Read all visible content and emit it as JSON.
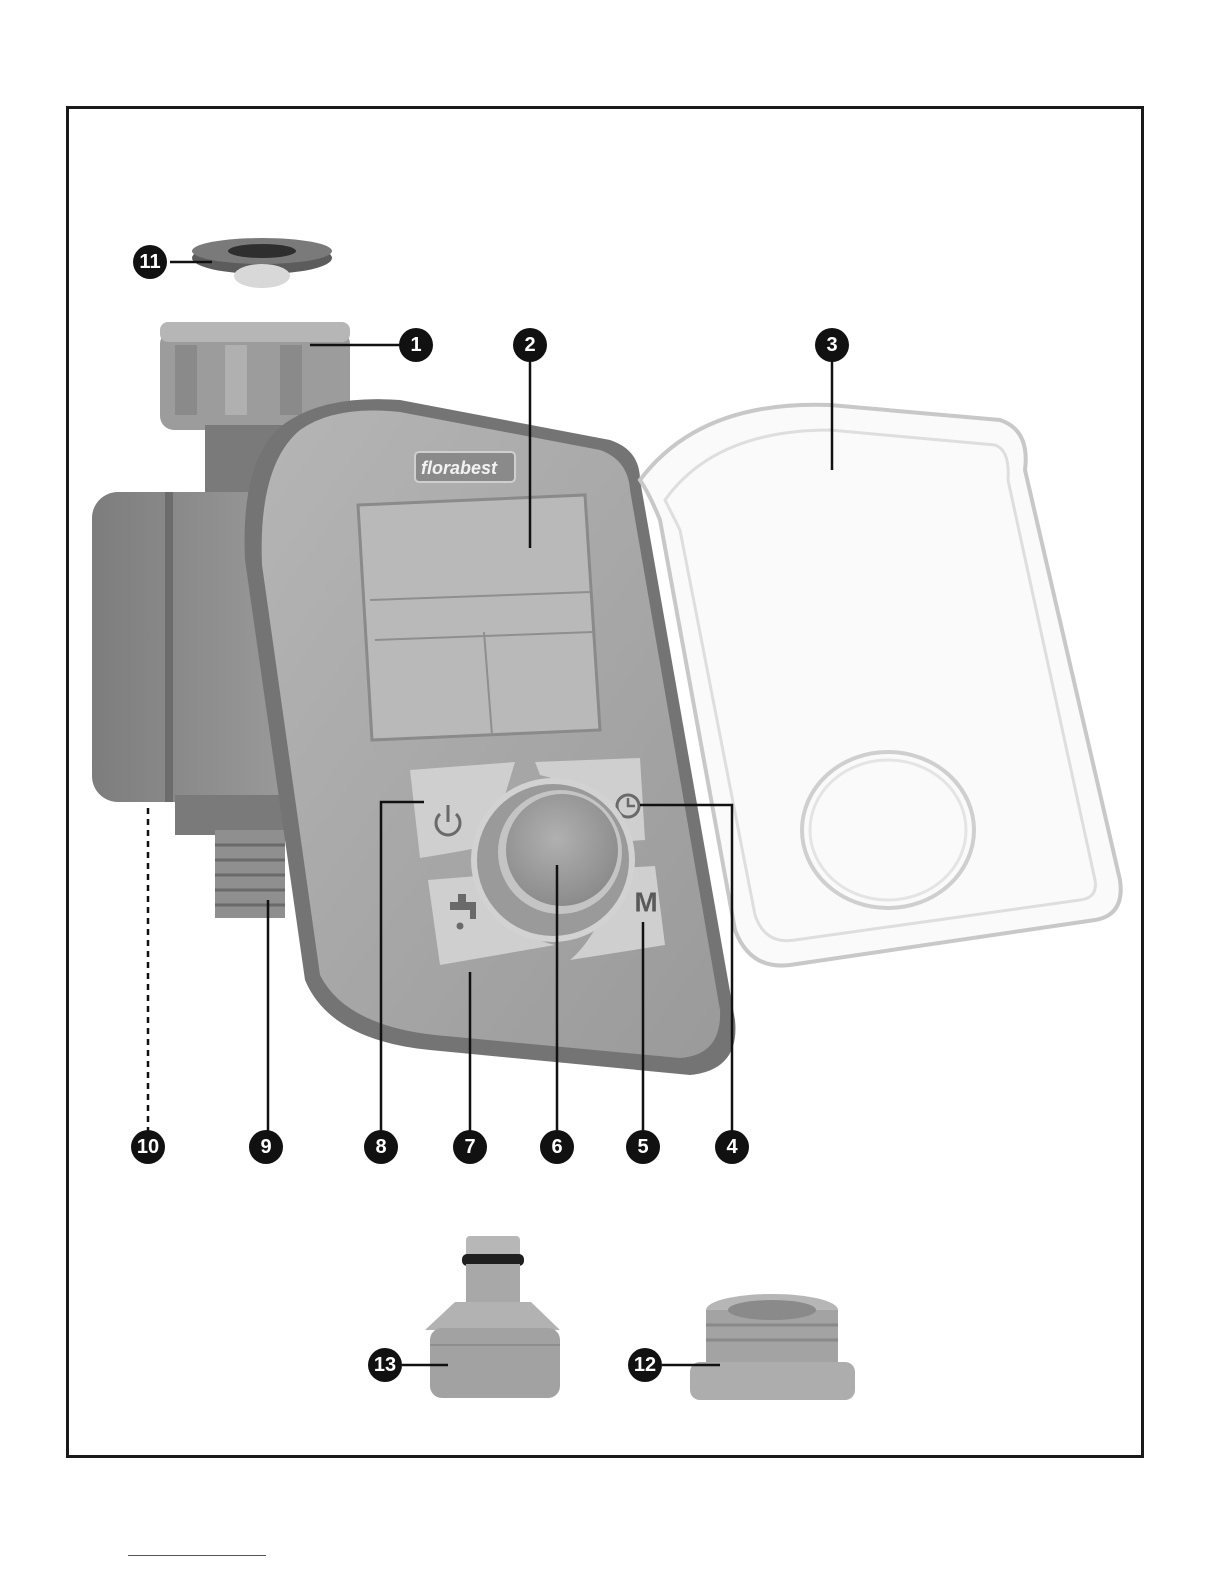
{
  "product": {
    "brand_logo": "florabest"
  },
  "device_button_labels": {
    "mode_key": "M"
  },
  "icons": {
    "power": "power-icon",
    "clock": "clock-icon",
    "tap": "water-tap-icon"
  },
  "callouts": [
    {
      "id": "1",
      "label": "1"
    },
    {
      "id": "2",
      "label": "2"
    },
    {
      "id": "3",
      "label": "3"
    },
    {
      "id": "4",
      "label": "4"
    },
    {
      "id": "5",
      "label": "5"
    },
    {
      "id": "6",
      "label": "6"
    },
    {
      "id": "7",
      "label": "7"
    },
    {
      "id": "8",
      "label": "8"
    },
    {
      "id": "9",
      "label": "9"
    },
    {
      "id": "10",
      "label": "10"
    },
    {
      "id": "11",
      "label": "11"
    },
    {
      "id": "12",
      "label": "12"
    },
    {
      "id": "13",
      "label": "13"
    }
  ],
  "colors": {
    "device_body": "#8e8e8e",
    "device_panel": "#a9a9a9",
    "buttons": "#cfcfcf",
    "callout": "#111111",
    "frame": "#1a1a1a"
  }
}
